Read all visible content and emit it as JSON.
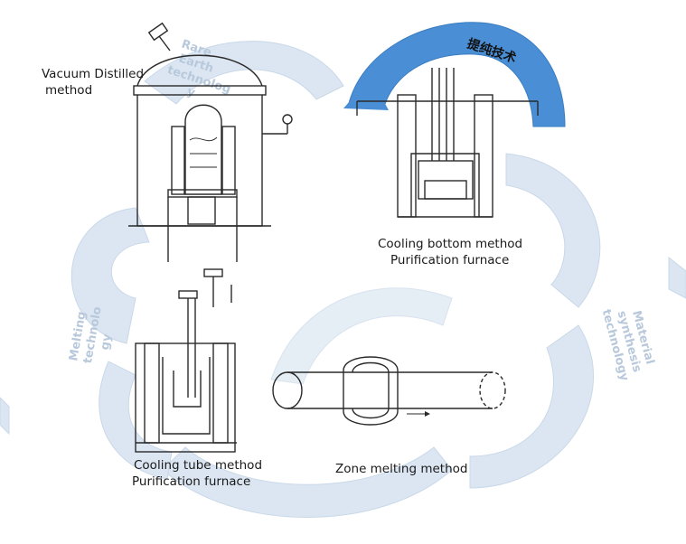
{
  "labels": {
    "vacuum_distilled": [
      "Vacuum Distilled",
      "method"
    ],
    "cooling_bottom": [
      "Cooling bottom method",
      "Purification furnace"
    ],
    "cooling_tube": [
      "Cooling tube method",
      "Purification furnace"
    ],
    "zone_melting": "Zone melting method"
  },
  "banner": {
    "text": "提纯技术",
    "color": "#4a8fd6"
  },
  "watermarks": {
    "rare_earth": [
      "Rare",
      "Earth",
      "technolog",
      "y"
    ],
    "melting": [
      "Melting",
      "technolo",
      "gy"
    ],
    "material": [
      "Material",
      "synthesis",
      "technology"
    ]
  },
  "colors": {
    "cloud": "#dbe6f2",
    "cloud_stroke": "#c9d8e8",
    "line": "#2a2a2a"
  }
}
